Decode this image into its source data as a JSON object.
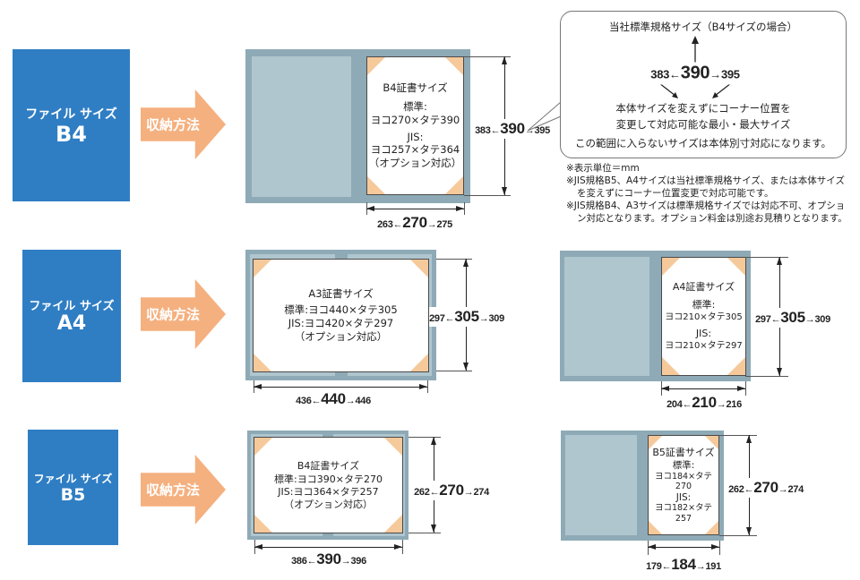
{
  "rows": [
    {
      "file_label": "ファイル サイズ",
      "file_size": "B4",
      "method": "収納方法"
    },
    {
      "file_label": "ファイル サイズ",
      "file_size": "A4",
      "method": "収納方法"
    },
    {
      "file_label": "ファイル サイズ",
      "file_size": "B5",
      "method": "収納方法"
    }
  ],
  "folders": [
    {
      "title": "B4証書サイズ",
      "std_label": "標準:",
      "std_size": "ヨコ270×タテ390",
      "jis_label": "JIS:",
      "jis_size": "ヨコ257×タテ364",
      "option": "（オプション対応）",
      "height": {
        "min": "383",
        "std": "390",
        "max": "395"
      },
      "width": {
        "min": "263",
        "std": "270",
        "max": "275"
      }
    },
    {
      "title": "A3証書サイズ",
      "std_line": "標準:ヨコ440×タテ305",
      "jis_line": "JIS:ヨコ420×タテ297",
      "option": "（オプション対応）",
      "height": {
        "min": "297",
        "std": "305",
        "max": "309"
      },
      "width": {
        "min": "436",
        "std": "440",
        "max": "446"
      }
    },
    {
      "title": "A4証書サイズ",
      "std_label": "標準:",
      "std_size": "ヨコ210×タテ305",
      "jis_label": "JIS:",
      "jis_size": "ヨコ210×タテ297",
      "height": {
        "min": "297",
        "std": "305",
        "max": "309"
      },
      "width": {
        "min": "204",
        "std": "210",
        "max": "216"
      }
    },
    {
      "title": "B4証書サイズ",
      "std_line": "標準:ヨコ390×タテ270",
      "jis_line": "JIS:ヨコ364×タテ257",
      "option": "（オプション対応）",
      "height": {
        "min": "262",
        "std": "270",
        "max": "274"
      },
      "width": {
        "min": "386",
        "std": "390",
        "max": "396"
      }
    },
    {
      "title": "B5証書サイズ",
      "std_label": "標準:",
      "std_size": "ヨコ184×タテ270",
      "jis_label": "JIS:",
      "jis_size": "ヨコ182×タテ257",
      "height": {
        "min": "262",
        "std": "270",
        "max": "274"
      },
      "width": {
        "min": "179",
        "std": "184",
        "max": "191"
      }
    }
  ],
  "callout": {
    "title": "当社標準規格サイズ（B4サイズの場合）",
    "min": "383",
    "std": "390",
    "max": "395",
    "desc_1": "本体サイズを変えずにコーナー位置を",
    "desc_2": "変更して対応可能な最小・最大サイズ",
    "note": "この範囲に入らないサイズは本体別寸対応になります。"
  },
  "notes": [
    "※表示単位＝mm",
    "※JIS規格B5、A4サイズは当社標準規格サイズ、または本体サイズを変えずにコーナー位置変更で対応可能です。",
    "※JIS規格B4、A3サイズは標準規格サイズでは対応不可、オプション対応となります。オプション料金は別途お見積りとなります。"
  ],
  "colors": {
    "file_box": "#2f7ec4",
    "method_arrow": "#f5b07f",
    "folder": "#8eaab6",
    "panel": "#afc6cf",
    "corner": "#f6c99b"
  }
}
